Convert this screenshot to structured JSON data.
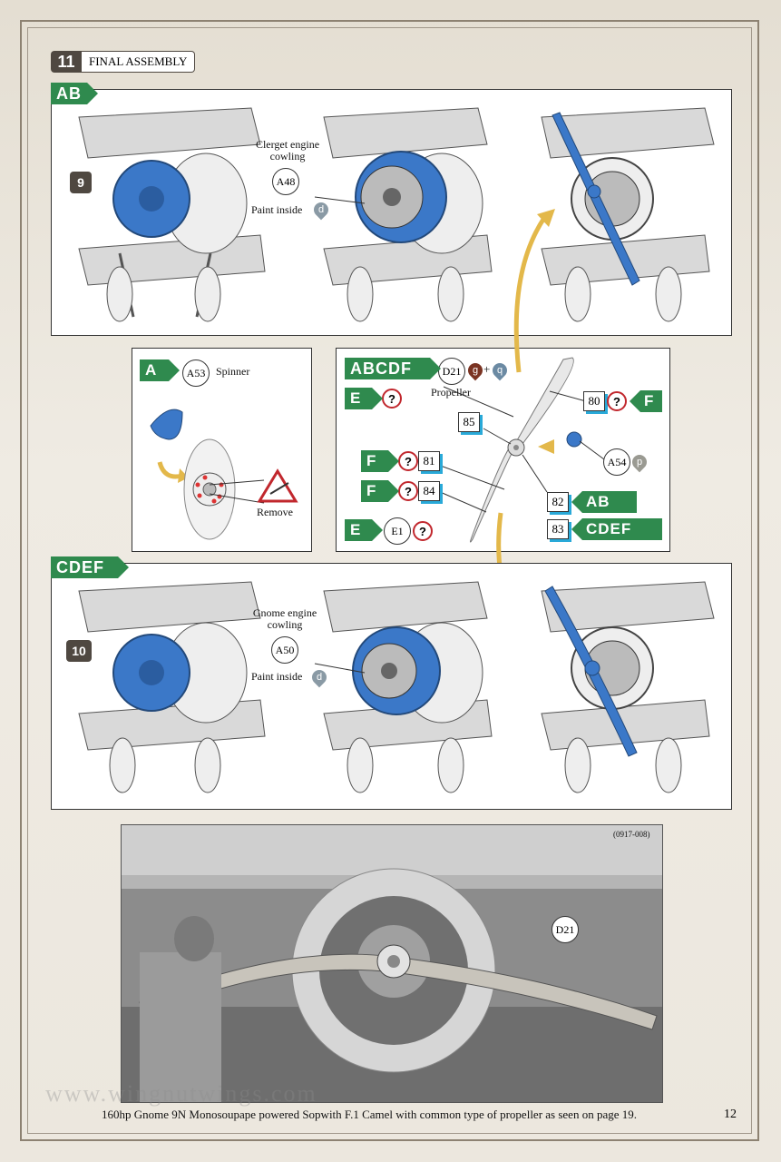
{
  "step": {
    "number": "11",
    "title": "FINAL ASSEMBLY"
  },
  "section_ab": {
    "tag": "AB",
    "step_ref": "9",
    "cowling_label": "Clerget engine cowling",
    "cowling_part": "A48",
    "paint_label": "Paint inside",
    "paint_code": "d"
  },
  "section_cdef": {
    "tag": "CDEF",
    "step_ref": "10",
    "cowling_label": "Gnome engine cowling",
    "cowling_part": "A50",
    "paint_label": "Paint inside",
    "paint_code": "d"
  },
  "spinner_panel": {
    "tag": "A",
    "part": "A53",
    "label": "Spinner",
    "remove_label": "Remove"
  },
  "propeller_panel": {
    "tag_main": "ABCDF",
    "prop_part": "D21",
    "paint1": "g",
    "plus": "+",
    "paint2": "q",
    "prop_label": "Propeller",
    "tag_e1": "E",
    "tag_f_80": "F",
    "part_80": "80",
    "part_85": "85",
    "tag_f_81": "F",
    "part_81": "81",
    "tag_f_84": "F",
    "part_84": "84",
    "tag_e2": "E",
    "part_e1": "E1",
    "part_a54": "A54",
    "paint_a54": "p",
    "part_82": "82",
    "tag_82": "AB",
    "part_83": "83",
    "tag_83": "CDEF",
    "question": "?"
  },
  "photo": {
    "ref": "(0917-008)",
    "callout": "D21"
  },
  "caption": "160hp Gnome 9N Monosoupape powered Sopwith F.1 Camel with common type of propeller as seen on page 19.",
  "watermark": "www.wingnutwings.com",
  "page_number": "12",
  "colors": {
    "green_tag": "#2f8a4e",
    "step_dark": "#4f4841",
    "part_blue": "#3b78c8",
    "question_red": "#c1272d",
    "paint_g": "#7a3322",
    "paint_q": "#6b8aa3"
  }
}
